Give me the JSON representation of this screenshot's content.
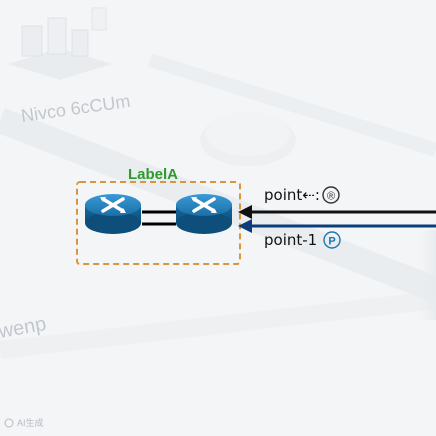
{
  "background_labels": {
    "top_left": "Nivco 6cCUm",
    "middle_left": "wenp"
  },
  "group": {
    "label": "LabelA",
    "border_color": "#d9963c",
    "label_color": "#2e9a2e"
  },
  "router_color": "#1a78b5",
  "links": [
    {
      "label": "point⇠:",
      "icon": "registered-circle-icon",
      "icon_glyph": "®",
      "direction": "left",
      "color": "#111111"
    },
    {
      "label": "point-1",
      "icon": "p-circle-icon",
      "icon_glyph": "P",
      "direction": "left",
      "color": "#0a3d7a"
    }
  ],
  "footer": {
    "text": "AI生成"
  }
}
